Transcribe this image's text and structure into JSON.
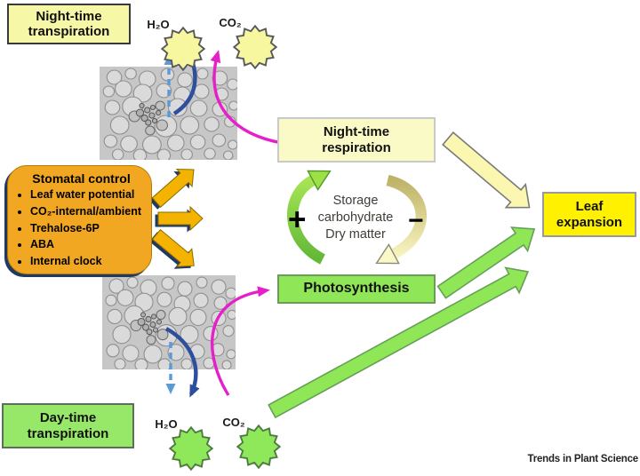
{
  "figure": {
    "credit": "Trends in Plant Science"
  },
  "boxes": {
    "night_transpiration": "Night-time transpiration",
    "night_respiration": "Night-time respiration",
    "photosynthesis": "Photosynthesis",
    "leaf_expansion": "Leaf expansion",
    "day_transpiration": "Day-time transpiration"
  },
  "stomatal_control": {
    "title": "Stomatal control",
    "items": [
      "Leaf water potential",
      "CO₂-internal/ambient",
      "Trehalose-6P",
      "ABA",
      "Internal clock"
    ]
  },
  "cycle": {
    "plus": "+",
    "minus": "−",
    "lines": [
      "Storage",
      "carbohydrate",
      "Dry matter"
    ]
  },
  "molecules": {
    "h2o": "H₂O",
    "co2": "CO₂"
  },
  "colors": {
    "pale_yellow_box": "#FAFAC6",
    "bright_yellow_box": "#FFF100",
    "green_box": "#8FE757",
    "orange_panel": "#F1A722",
    "gold_arrow": "#F5B301",
    "navy_shadow": "#203864",
    "magenta_arrow": "#E620C8",
    "dark_blue_arrow": "#2E4E9E",
    "light_blue_arrow": "#5B9BD5",
    "green_arrow": "#8FE757",
    "pale_yellow_arrow": "#FBF7B0",
    "cycle_green": "#63B837",
    "cycle_tan": "#BEB266"
  }
}
